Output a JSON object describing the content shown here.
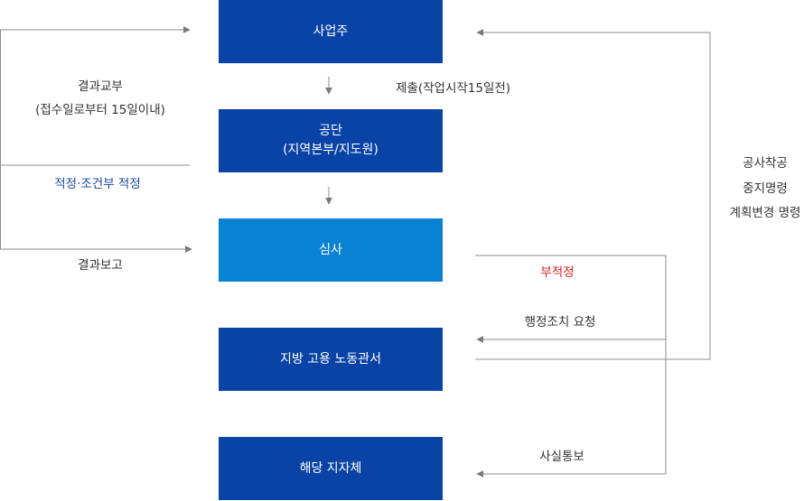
{
  "boxes": {
    "employer": "사업주",
    "agency_line1": "공단",
    "agency_line2": "(지역본부/지도원)",
    "review": "심사",
    "labor_office": "지방 고용 노동관서",
    "local_gov": "해당 지자체"
  },
  "labels": {
    "submit": "제출(작업시작15일전)",
    "result_notice_line1": "결과교부",
    "result_notice_line2": "(접수일로부터 15일이내)",
    "suitable": "적정·조건부 적정",
    "result_report": "결과보고",
    "unsuitable": "부적정",
    "action_request": "행정조치 요청",
    "fact_notice": "사실통보",
    "order_line1": "공사착공",
    "order_line2": "중지명령",
    "order_line3": "계획변경 명령"
  },
  "colors": {
    "box_dark": "#0a43a6",
    "box_light": "#0a82d4",
    "line": "#8c8c8c",
    "label": "#333333",
    "suitable_text": "#1a4aa0",
    "unsuitable_text": "#e02020"
  }
}
